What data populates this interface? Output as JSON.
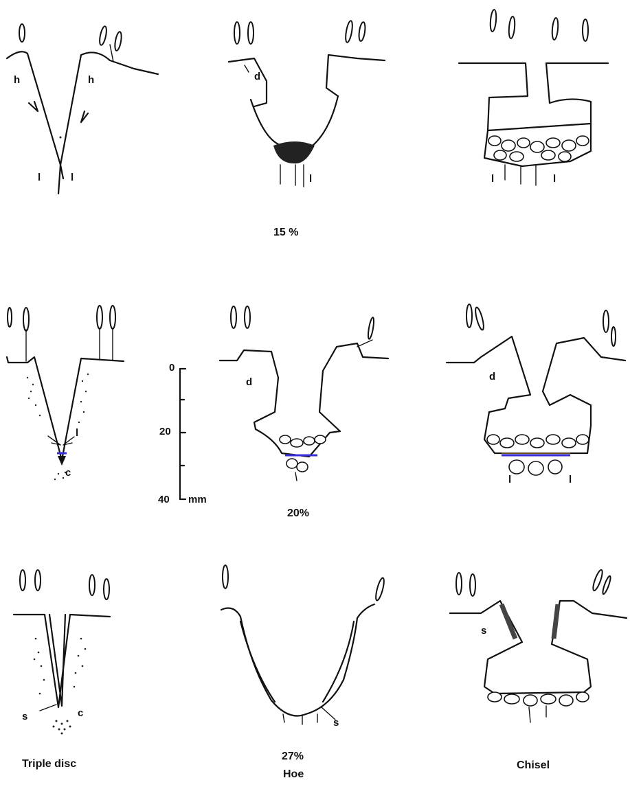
{
  "figure": {
    "captions": {
      "row1_moisture": "15 %",
      "row2_moisture": "20%",
      "row3_moisture": "27%",
      "opener_left": "Triple disc",
      "opener_center": "Hoe",
      "opener_right": "Chisel"
    },
    "panel_labels": {
      "h_left": "h",
      "h_right": "h",
      "d_r1c2": "d",
      "d_r2c2": "d",
      "d_r2c3": "d",
      "l_r1c1_left": "l",
      "l_r1c1_right": "l",
      "l_r1c2": "l",
      "l_r1c3_left": "l",
      "l_r1c3_right": "l",
      "l_r2c1": "l",
      "c_r2c1": "c",
      "l_r2c3_left": "l",
      "l_r2c3_right": "l",
      "s_r3c1": "s",
      "c_r3c1": "c",
      "s_r3c2": "s",
      "s_r3c3": "s"
    },
    "scale_bar": {
      "ticks": [
        "0",
        "20",
        "40"
      ],
      "unit": "mm"
    }
  }
}
